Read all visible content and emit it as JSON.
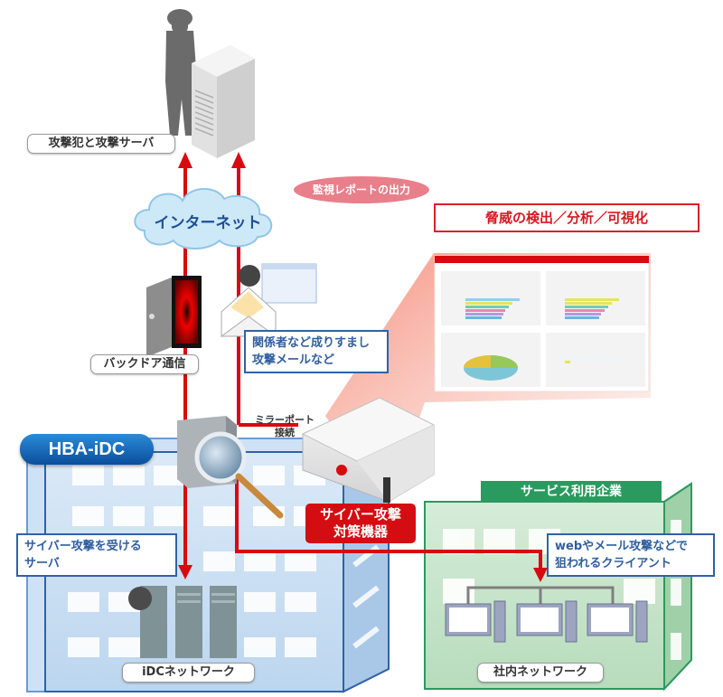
{
  "diagram": {
    "attacker_label": "攻撃犯と攻撃サーバ",
    "internet_label": "インターネット",
    "report_bubble": "監視レポートの出力",
    "threat_label": "脅威の検出／分析／可視化",
    "backdoor_label": "バックドア通信",
    "spoof_mail_label_line1": "関係者など成りすまし",
    "spoof_mail_label_line2": "攻撃メールなど",
    "mirror_port_line1": "ミラーポート",
    "mirror_port_line2": "接続",
    "idc_title": "HBA-iDC",
    "device_label_line1": "サイバー攻撃",
    "device_label_line2": "対策機器",
    "attacked_server_line1": "サイバー攻撃を受ける",
    "attacked_server_line2": "サーバ",
    "idc_network_label": "iDCネットワーク",
    "company_title": "サービス利用企業",
    "client_label_line1": "webやメール攻撃などで",
    "client_label_line2": "狙われるクライアント",
    "company_network_label": "社内ネットワーク"
  },
  "colors": {
    "attack_line": "#d8090f",
    "idc_blue": "#2f62a6",
    "company_green": "#2a9a5e",
    "threat_red": "#d9212a",
    "bubble_pink": "#e87f8a"
  },
  "icons": [
    "attacker-silhouette-icon",
    "attack-server-icon",
    "internet-cloud-icon",
    "backdoor-door-icon",
    "malicious-mail-icon",
    "router-magnifier-icon",
    "security-appliance-icon",
    "server-rack-icon",
    "client-pc-icon",
    "dashboard-screenshot"
  ]
}
